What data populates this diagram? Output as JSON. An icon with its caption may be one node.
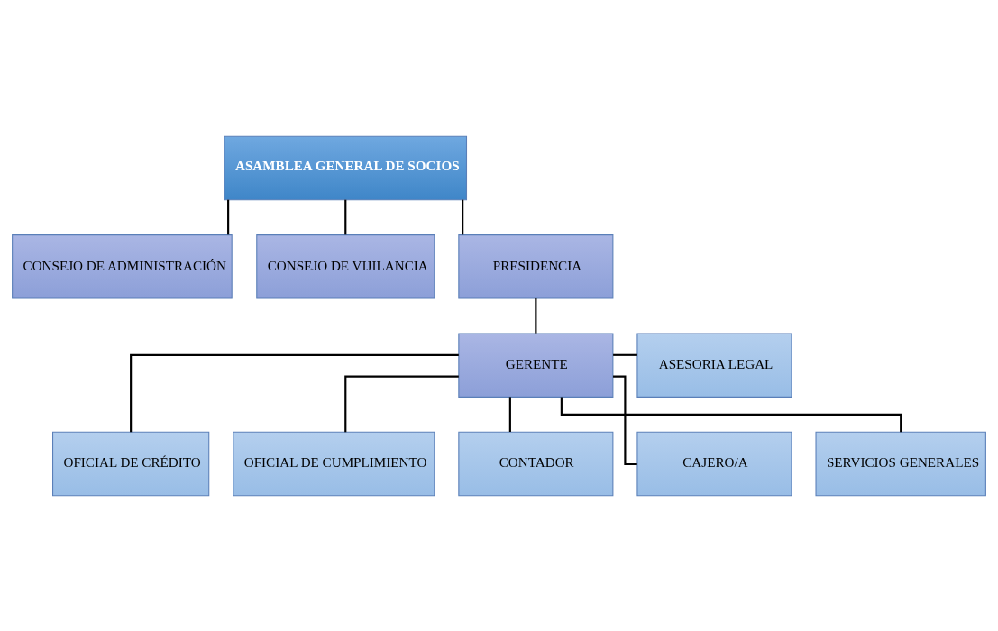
{
  "diagram": {
    "nodes": [
      {
        "text": [
          "ASAMBLEA GENERAL DE SOCIOS"
        ]
      },
      {
        "text": [
          "CONSEJO DE ADMINISTRACIÓN"
        ]
      },
      {
        "text": [
          "CONSEJO DE VIJILANCIA"
        ]
      },
      {
        "text": [
          "PRESIDENCIA"
        ]
      },
      {
        "text": [
          "GERENTE"
        ]
      },
      {
        "text": [
          "ASESORIA LEGAL"
        ]
      },
      {
        "text": [
          "OFICIAL DE CRÉDITO"
        ]
      },
      {
        "text": [
          "OFICIAL DE CUMPLIMIENTO"
        ]
      },
      {
        "text": [
          "CONTADOR"
        ]
      },
      {
        "text": [
          "CAJERO/A"
        ]
      },
      {
        "text": [
          "SERVICIOS GENERALES"
        ]
      }
    ],
    "edges": [
      {
        "from": 0,
        "to": 1,
        "arrow": "none"
      },
      {
        "from": 0,
        "to": 2,
        "arrow": "none"
      },
      {
        "from": 0,
        "to": 3,
        "arrow": "none"
      },
      {
        "from": 3,
        "to": 4,
        "arrow": "none"
      },
      {
        "from": 4,
        "to": 5,
        "arrow": "none"
      },
      {
        "from": 4,
        "to": 6,
        "arrow": "none"
      },
      {
        "from": 4,
        "to": 7,
        "arrow": "none"
      },
      {
        "from": 4,
        "to": 8,
        "arrow": "none"
      },
      {
        "from": 4,
        "to": 9,
        "arrow": "none"
      },
      {
        "from": 4,
        "to": 10,
        "arrow": "none"
      }
    ]
  }
}
